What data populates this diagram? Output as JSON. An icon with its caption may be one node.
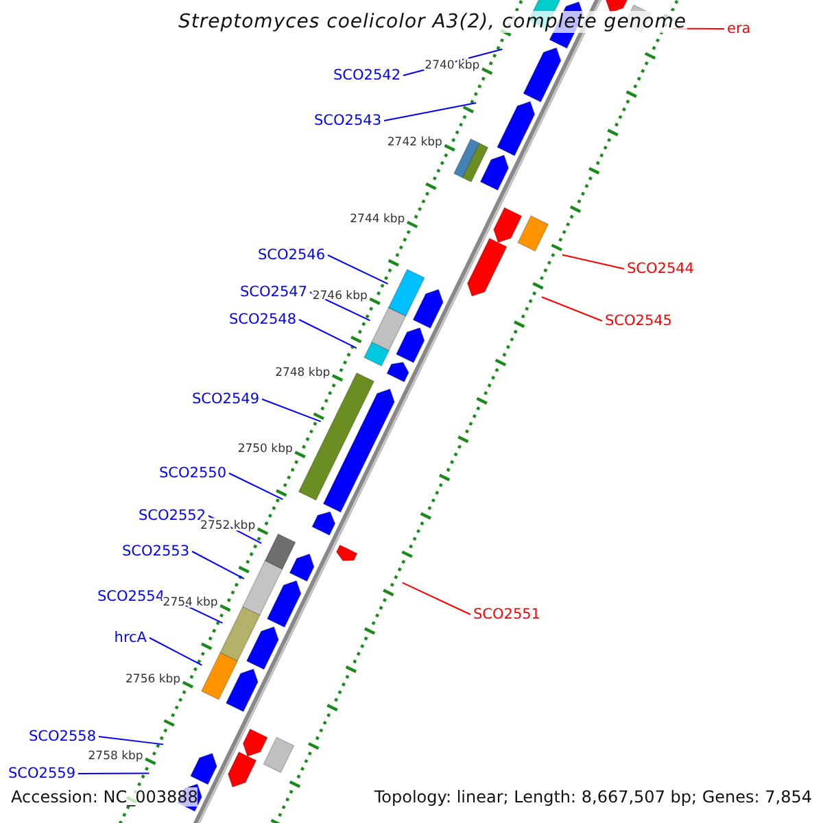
{
  "diagram": {
    "title": "Streptomyces coelicolor A3(2), complete genome",
    "nodes": [
      {
        "text": [
          "era"
        ]
      },
      {
        "text": [
          "SCO2542"
        ]
      },
      {
        "text": [
          "SCO2543"
        ]
      },
      {
        "text": [
          "SCO2546"
        ]
      },
      {
        "text": [
          "SCO2544"
        ]
      },
      {
        "text": [
          "SCO2547"
        ]
      },
      {
        "text": [
          "SCO2548"
        ]
      },
      {
        "text": [
          "SCO2545"
        ]
      },
      {
        "text": [
          "SCO2549"
        ]
      },
      {
        "text": [
          "SCO2550"
        ]
      },
      {
        "text": [
          "SCO2552"
        ]
      },
      {
        "text": [
          "SCO2553"
        ]
      },
      {
        "text": [
          "SCO2554"
        ]
      },
      {
        "text": [
          "SCO2551"
        ]
      },
      {
        "text": [
          "hrcA"
        ]
      },
      {
        "text": [
          "SCO2558"
        ]
      },
      {
        "text": [
          "SCO2559"
        ]
      }
    ],
    "edges": [
      {
        "from": 0,
        "to": null,
        "arrow": "none",
        "color": "#ff0000"
      },
      {
        "from": 1,
        "to": null,
        "arrow": "none"
      },
      {
        "from": 2,
        "to": null,
        "arrow": "none"
      },
      {
        "from": 3,
        "to": null,
        "arrow": "none"
      },
      {
        "from": 4,
        "to": null,
        "arrow": "none",
        "color": "#ff0000"
      },
      {
        "from": 5,
        "to": null,
        "arrow": "none"
      },
      {
        "from": 6,
        "to": null,
        "arrow": "none"
      },
      {
        "from": 7,
        "to": null,
        "arrow": "none",
        "color": "#ff0000"
      },
      {
        "from": 8,
        "to": null,
        "arrow": "none"
      },
      {
        "from": 9,
        "to": null,
        "arrow": "none"
      },
      {
        "from": 10,
        "to": null,
        "arrow": "none"
      },
      {
        "from": 11,
        "to": null,
        "arrow": "none"
      },
      {
        "from": 12,
        "to": null,
        "arrow": "none"
      },
      {
        "from": 13,
        "to": null,
        "arrow": "none",
        "color": "#ff0000"
      },
      {
        "from": 14,
        "to": null,
        "arrow": "none"
      },
      {
        "from": 15,
        "to": null,
        "arrow": "none"
      },
      {
        "from": 16,
        "to": null,
        "arrow": "none"
      }
    ],
    "labels": [
      "2740 kbp",
      "2742 kbp",
      "2744 kbp",
      "2746 kbp",
      "2748 kbp",
      "2750 kbp",
      "2752 kbp",
      "2754 kbp",
      "2756 kbp",
      "2758 kbp",
      "Accession: NC_003888",
      "Topology: linear; Length: 8,667,507 bp; Genes: 7,854"
    ]
  }
}
